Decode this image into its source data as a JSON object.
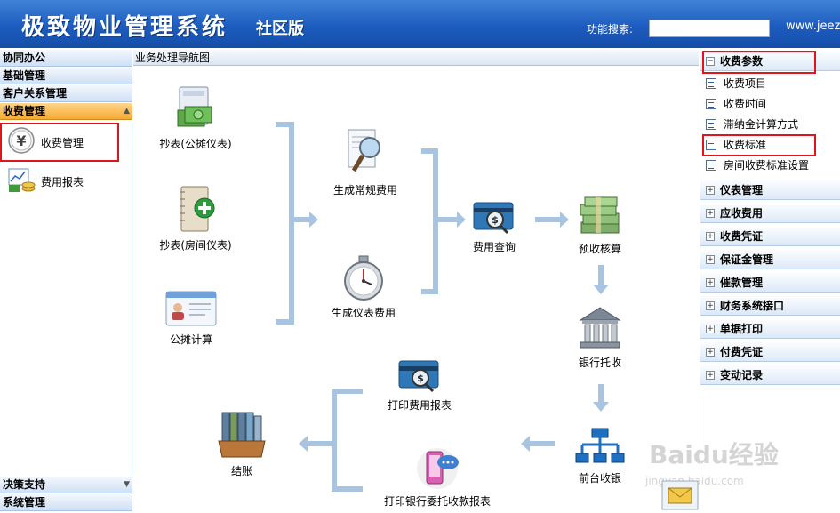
{
  "header": {
    "title": "极致物业管理系统",
    "edition": "社区版",
    "search_label": "功能搜索:",
    "search_value": "",
    "website": "www.jeez"
  },
  "left_sidebar": {
    "sections_top": [
      "协同办公",
      "基础管理",
      "客户关系管理",
      "收费管理"
    ],
    "active_section": "收费管理",
    "items": [
      {
        "label": "收费管理",
        "icon": "yen-icon"
      },
      {
        "label": "费用报表",
        "icon": "report-chart-icon"
      }
    ],
    "sections_bottom": [
      "决策支持",
      "系统管理"
    ]
  },
  "center": {
    "title": "业务处理导航图",
    "nodes": {
      "meter_shared": "抄表(公摊仪表)",
      "meter_room": "抄表(房间仪表)",
      "shared_calc": "公摊计算",
      "gen_regular": "生成常规费用",
      "gen_meter": "生成仪表费用",
      "fee_query": "费用查询",
      "prepay_check": "预收核算",
      "bank_trust": "银行托收",
      "front_collect": "前台收银",
      "print_fee_report": "打印费用报表",
      "print_bank_report": "打印银行委托收款报表",
      "close_account": "结账"
    }
  },
  "right_sidebar": {
    "expanded_group": "收费参数",
    "expanded_items": [
      "收费项目",
      "收费时间",
      "滞纳金计算方式",
      "收费标准",
      "房间收费标准设置"
    ],
    "groups": [
      "仪表管理",
      "应收费用",
      "收费凭证",
      "保证金管理",
      "催款管理",
      "财务系统接口",
      "单据打印",
      "付费凭证",
      "变动记录"
    ]
  },
  "watermark": {
    "text": "Baidu经验",
    "sub": "jingyan.baidu.com"
  },
  "colors": {
    "header_blue": "#1d5cbf",
    "active_orange": "#f7a933",
    "highlight_red": "#e0141c",
    "arrow_blue": "#a8c4e0"
  }
}
